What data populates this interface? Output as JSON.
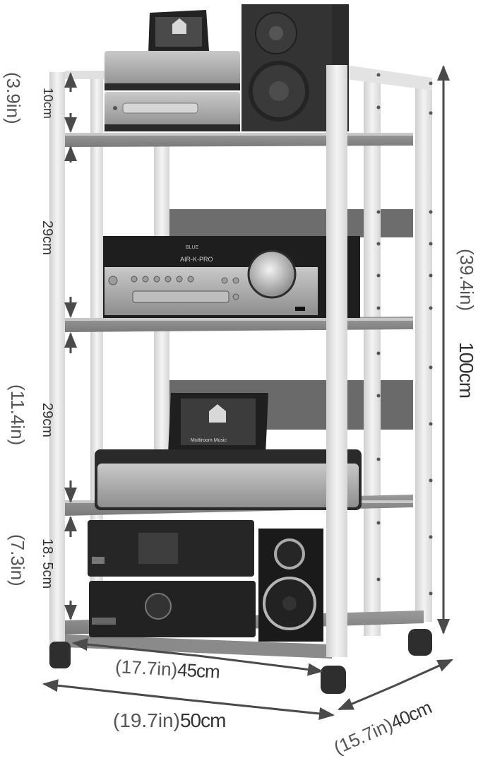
{
  "product": {
    "type": "4-tier audio equipment rack on casters",
    "shelves": 4,
    "frame_color": "#e6e6e6",
    "shelf_color": "#8a8a8a",
    "arrow_color": "#4a4a4a"
  },
  "dimensions": {
    "height_total": {
      "cm": "100cm",
      "in": "(39.4in)"
    },
    "width_outer": {
      "cm": "50cm",
      "in": "(19.7in)"
    },
    "width_inner": {
      "cm": "45cm",
      "in": "(17.7in)"
    },
    "depth": {
      "cm": "40cm",
      "in": "(15.7in)"
    },
    "gap_top": {
      "cm": "10cm",
      "in": "(3.9in)"
    },
    "gap_second": {
      "cm": "29cm"
    },
    "gap_third": {
      "cm": "29cm",
      "in": "(11.4in)"
    },
    "gap_bottom": {
      "cm": "18. 5cm",
      "in": "(7.3in)"
    }
  },
  "equipment": {
    "top_shelf": [
      "docked touchscreen tablet",
      "network music player",
      "CD player",
      "bookshelf speaker"
    ],
    "second_shelf": [
      "CD receiver with volume knob"
    ],
    "third_shelf": [
      "multiroom music hub with docked tablet"
    ],
    "bottom_shelf": [
      "stacked black audio units",
      "bookshelf speaker"
    ]
  }
}
